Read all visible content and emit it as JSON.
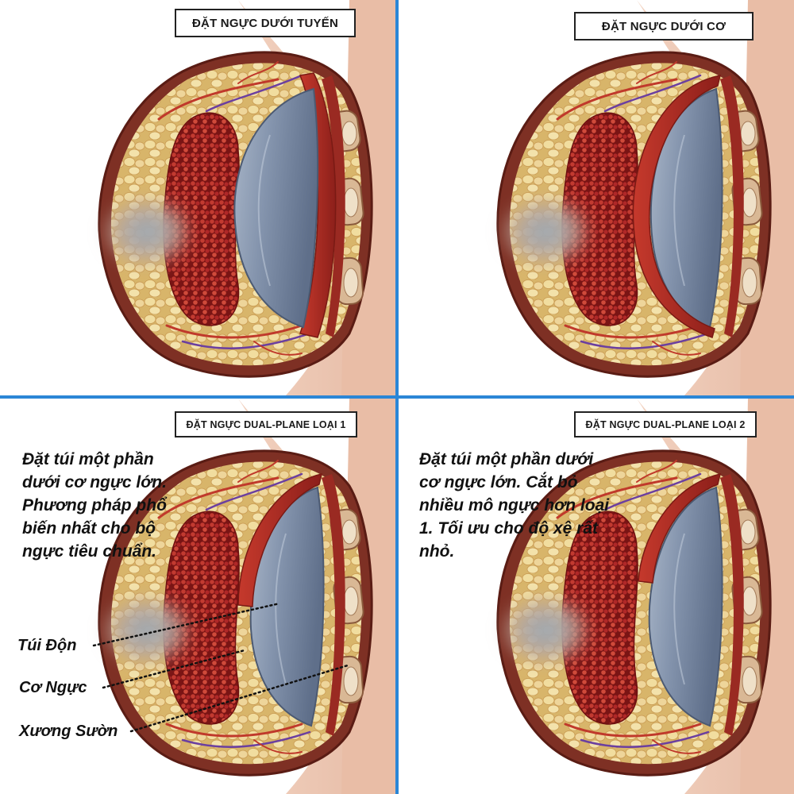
{
  "panels": [
    {
      "title": "ĐẶT NGỰC DƯỚI TUYẾN",
      "placement": "subglandular"
    },
    {
      "title": "ĐẶT NGỰC DƯỚI CƠ",
      "placement": "submuscular"
    },
    {
      "title": "ĐẶT NGỰC DUAL-PLANE LOẠI 1",
      "placement": "dual-plane-1",
      "description": "Đặt túi một phần dưới cơ ngực lớn. Phương pháp phổ biến nhất cho bộ ngực tiêu chuẩn."
    },
    {
      "title": "ĐẶT NGỰC DUAL-PLANE LOẠI 2",
      "placement": "dual-plane-2",
      "description": "Đặt túi một phần dưới cơ ngực lớn. Cắt bỏ nhiều mô ngực hơn loại 1. Tối ưu cho độ xệ rất nhỏ."
    }
  ],
  "labels": {
    "implant": "Túi Độn",
    "muscle": "Cơ Ngực",
    "rib": "Xương Sườn"
  },
  "colors": {
    "divider": "#2b86d6",
    "skin": "#e9c2ad",
    "cut_edge": "#7e3024",
    "fat": "#eed99a",
    "gland": "#b02828",
    "muscle": "#b53228",
    "implant": "#7f92ad",
    "rib": "#d9b895"
  }
}
